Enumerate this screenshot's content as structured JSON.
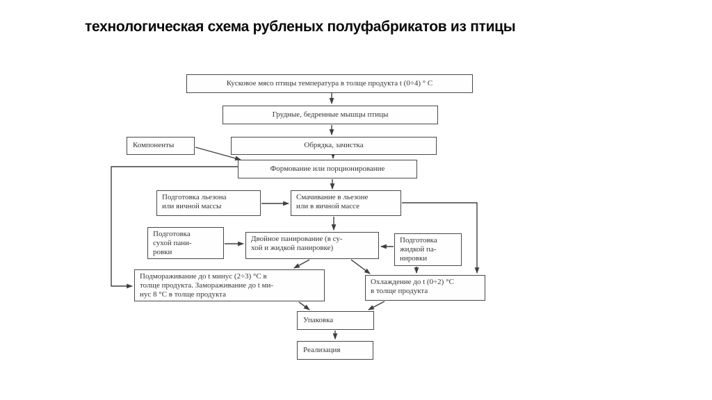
{
  "title": "технологическая схема рубленых полуфабрикатов из птицы",
  "diagram": {
    "nodes": {
      "raw_meat": "Кусковое мясо птицы температура в толще продукта t (0÷4) ° С",
      "muscles": "Грудные, бедренные мышцы птицы",
      "components": "Компоненты",
      "trimming": "Обрядка, зачистка",
      "forming": "Формование или порционирование",
      "lezon_prep": "Подготовка льезона\nили яичной массы",
      "wetting": "Смачивание в льезоне\nили в яичной массе",
      "dry_breading_prep": "Подготовка\nсухой пани-\nровки",
      "double_breading": "Двойное панирование (в су-\nхой и жидкой панировке)",
      "liquid_breading_prep": "Подготовка\nжидкой па-\nнировки",
      "freezing": "Подмораживание до t минус (2÷3) °С в\nтолще продукта. Замораживание до t ми-\nнус 8 °С в толще продукта",
      "cooling": "Охлаждение до t (0÷2) °С\nв толще продукта",
      "packing": "Упаковка",
      "sale": "Реализация"
    },
    "colors": {
      "background": "#ffffff",
      "line": "#3f3f3f",
      "box_border": "#474747",
      "text": "#353535",
      "title_text": "#0a0a0a"
    }
  }
}
